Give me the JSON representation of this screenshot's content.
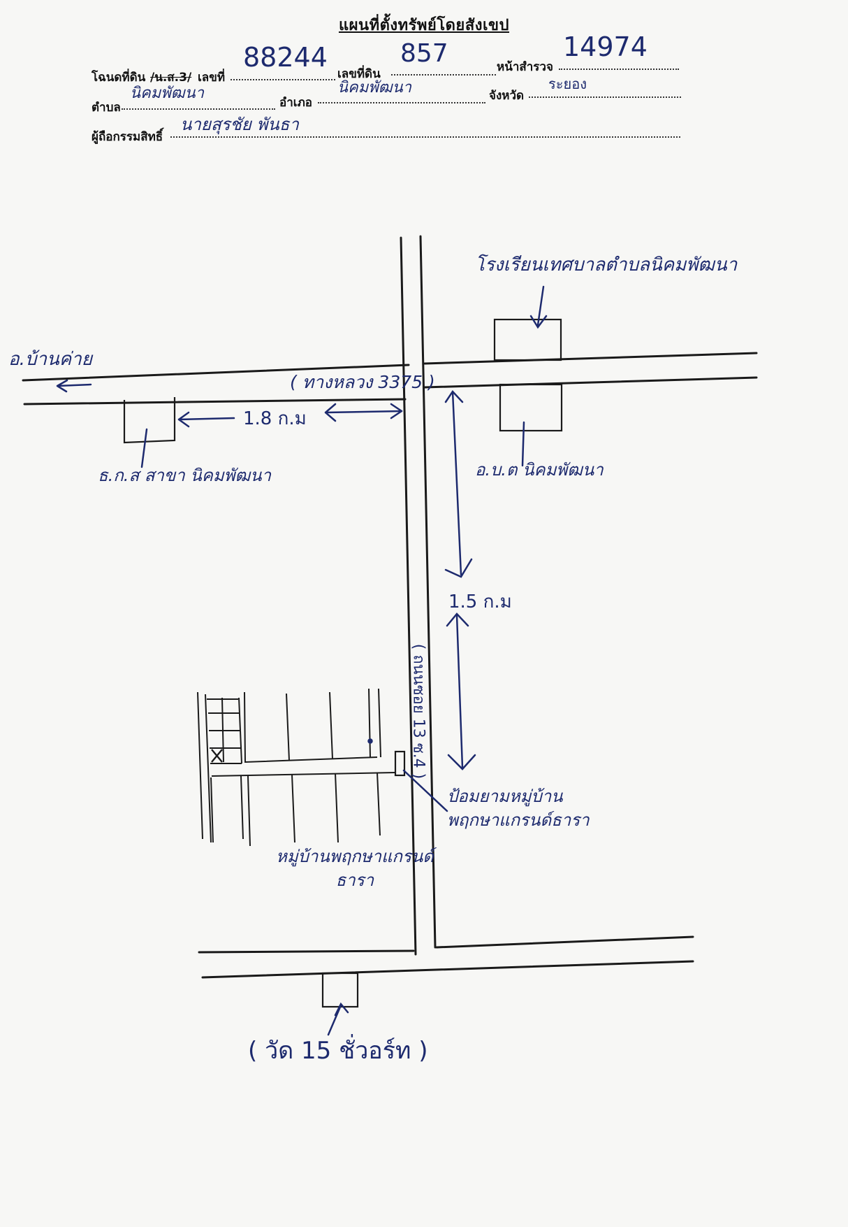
{
  "header": {
    "title": "แผนที่ตั้งทรัพย์โดยสังเขป",
    "deed_label": "โฉนดที่ดิน",
    "deed_struck": "/น.ส.3/",
    "number_label": "เลขที่",
    "number_value": "88244",
    "land_no_label": "เลขที่ดิน",
    "land_no_value": "857",
    "survey_label": "หน้าสำรวจ",
    "survey_value": "14974",
    "subdistrict_label": "ตำบล",
    "subdistrict_value": "นิคมพัฒนา",
    "district_label": "อำเภอ",
    "district_value": "นิคมพัฒนา",
    "province_label": "จังหวัด",
    "province_value": "ระยอง",
    "owner_label": "ผู้ถือกรรมสิทธิ์",
    "owner_value": "นายสุรชัย  พันธา"
  },
  "map": {
    "school_label": "โรงเรียนเทศบาลตำบลนิคมพัฒนา",
    "to_ban_khai": "อ.บ้านค่าย",
    "main_road": "( ทางหลวง 3375 )",
    "distance_1": "1.8 ก.ม",
    "baac_label": "ธ.ก.ส สาขา นิคมพัฒนา",
    "sao_label": "อ.บ.ต นิคมพัฒนา",
    "distance_2": "1.5 ก.ม",
    "side_road": "( ถนนซอย 13 ซ.4 )",
    "village_gate": "ป้อมยามหมู่บ้าน\nพฤกษาแกรนด์ธารา",
    "village_label": "หมู่บ้านพฤกษาแกรนด์\nธารา",
    "temple_label": "( วัด 15 ชั่วอร์ท )"
  },
  "colors": {
    "ink": "#1d2a6e",
    "print": "#111111",
    "paper": "#f7f7f5"
  }
}
